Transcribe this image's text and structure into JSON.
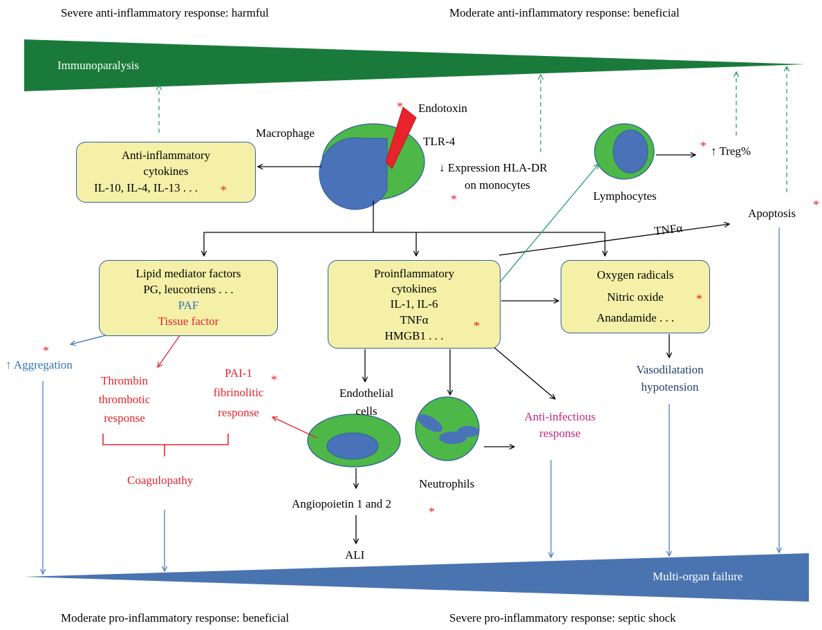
{
  "captions": {
    "top_left": "Severe anti-inflammatory response: harmful",
    "top_right": "Moderate anti-inflammatory response: beneficial",
    "bottom_left": "Moderate pro-inflammatory response: beneficial",
    "bottom_right": "Severe pro-inflammatory response: septic shock"
  },
  "bands": {
    "immunoparalysis": "Immunoparalysis",
    "multi_organ_failure": "Multi-organ failure"
  },
  "labels": {
    "endotoxin": "Endotoxin",
    "macrophage": "Macrophage",
    "tlr4": "TLR-4",
    "hla_line1": "↓ Expression HLA-DR",
    "hla_line2": "on monocytes",
    "lymphocytes": "Lymphocytes",
    "treg": "↑ Treg%",
    "apoptosis": "Apoptosis",
    "tnfa_arrow": "TNFα",
    "aggregation": "↑ Aggregation",
    "thrombin_line1": "Thrombin",
    "thrombin_line2": "thrombotic",
    "thrombin_line3": "response",
    "pai_line1": "PAI-1",
    "pai_line2": "fibrinolitic",
    "pai_line3": "response",
    "coagulopathy": "Coagulopathy",
    "endothelial_line1": "Endothelial",
    "endothelial_line2": "cells",
    "angiopoietin": "Angiopoietin 1 and 2",
    "ali": "ALI",
    "neutrophils": "Neutrophils",
    "anti_infectious_line1": "Anti-infectious",
    "anti_infectious_line2": "response",
    "vaso_line1": "Vasodilatation",
    "vaso_line2": "hypotension",
    "star": "*"
  },
  "boxes": {
    "anti_inflammatory": {
      "line1": "Anti-inflammatory",
      "line2": "cytokines",
      "line3": "IL-10, IL-4, IL-13 . . ."
    },
    "lipid": {
      "line1": "Lipid mediator factors",
      "line2": "PG, leucotriens . . .",
      "line3": "PAF",
      "line4": "Tissue factor"
    },
    "proinflammatory": {
      "line1": "Proinflammatory",
      "line2": "cytokines",
      "line3": "IL-1, IL-6",
      "line4": "TNFα",
      "line5": "HMGB1 . . ."
    },
    "oxygen": {
      "line1": "Oxygen radicals",
      "line2": "Nitric oxide",
      "line3": "Anandamide . . ."
    }
  },
  "colors": {
    "band_green": "#1a7a3c",
    "band_blue": "#4a74b0",
    "box_fill": "#f5f0a8",
    "box_border": "#2e5d9f",
    "cell_green": "#4db848",
    "nucleus_blue": "#4a72b8",
    "red": "#e8232b",
    "text_blue": "#2e75b6",
    "text_navy": "#1f3f6e",
    "text_magenta": "#c0257a",
    "arrow_teal": "#2a9a6a",
    "arrow_blue": "#4a7ec2"
  }
}
